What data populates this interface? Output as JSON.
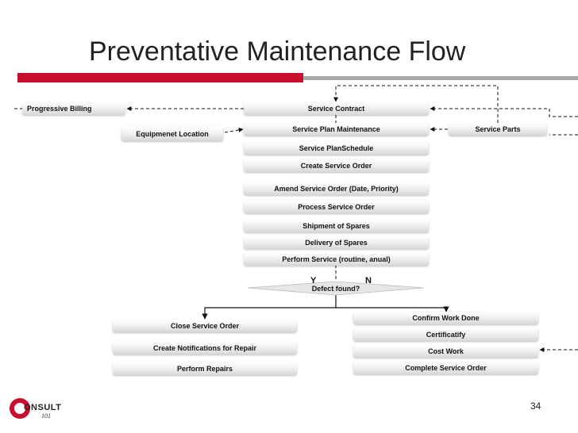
{
  "title": "Preventative Maintenance Flow",
  "page_number": "34",
  "logo": {
    "text": "ONSULT",
    "sub": "101"
  },
  "boxes": {
    "progressive_billing": "Progressive Billing",
    "service_contract": "Service Contract",
    "equipment_location": "Equipmenet Location",
    "service_plan_maintenance": "Service Plan Maintenance",
    "service_parts": "Service Parts",
    "service_plan_schedule": "Service PlanSchedule",
    "create_service_order": "Create Service Order",
    "amend_service_order": "Amend Service Order (Date, Priority)",
    "process_service_order": "Process Service Order",
    "shipment_of_spares": "Shipment of Spares",
    "delivery_of_spares": "Delivery of Spares",
    "perform_service": "Perform Service (routine, anual)",
    "defect_found": "Defect found?",
    "close_service_order": "Close Service Order",
    "create_notifications": "Create Notifications for Repair",
    "perform_repairs": "Perform Repairs",
    "confirm_work_done": "Confirm Work Done",
    "certificatify": "Certificatify",
    "cost_work": "Cost Work",
    "complete_service_order": "Complete Service Order"
  },
  "decision": {
    "yes": "Y",
    "no": "N"
  },
  "colors": {
    "accent": "#c8102e",
    "divider": "#a9a9a9"
  }
}
